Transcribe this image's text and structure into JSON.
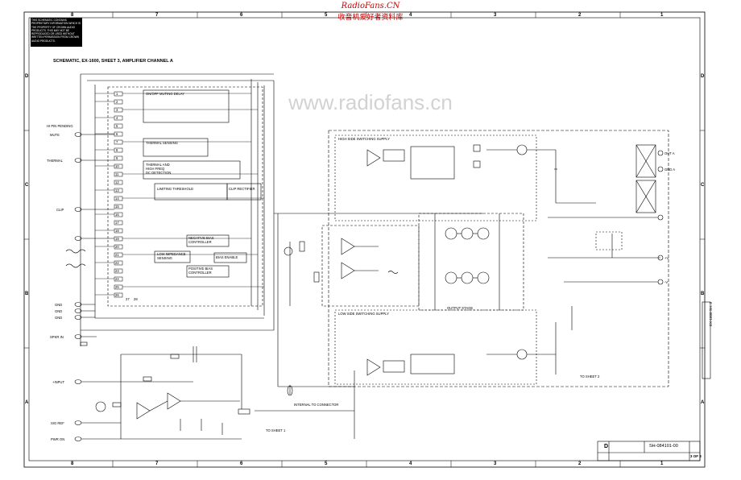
{
  "watermark": {
    "brand": "RadioFans.CN",
    "subtitle": "收音机爱好者资料库",
    "center": "www.radiofans.cn"
  },
  "notice_text": "THIS SCHEMATIC CONTAINS PROPRIETARY INFORMATION WHICH IS THE PROPERTY OF CROWN AUDIO PRODUCTS. THIS MAY NOT BE REPRODUCED OR USED WITHOUT WRITTEN PERMISSION FROM CROWN AUDIO PRODUCTS.",
  "schematic_title": "SCHEMATIC, EX-1600, SHEET 3, AMPLIFIER CHANNEL A",
  "zones_top": [
    "8",
    "7",
    "6",
    "5",
    "4",
    "3",
    "2",
    "1"
  ],
  "zones_bottom": [
    "8",
    "7",
    "6",
    "5",
    "4",
    "3",
    "2",
    "1"
  ],
  "zones_left": [
    "D",
    "C",
    "B",
    "A"
  ],
  "zones_right": [
    "D",
    "C",
    "B",
    "A"
  ],
  "control_boxes": [
    "ON/OFF MUTING DELAY",
    "THERMAL SENSING",
    "THERMAL AND\nHIGH FREQ\nDC DETECTION",
    "LIMITING THRESHOLD",
    "CLIP RECTIFIER",
    "LOW IMPEDANCE\nSENSING",
    "NEGATIVE BIAS\nCONTROLLER",
    "BIAS ENABLE",
    "POSITIVE BIAS\nCONTROLLER"
  ],
  "ic_pins": [
    "1",
    "2",
    "3",
    "4",
    "5",
    "6",
    "7",
    "8",
    "9",
    "10",
    "11",
    "12",
    "13",
    "14",
    "15",
    "16",
    "17",
    "18",
    "19",
    "20",
    "21",
    "22",
    "23",
    "24",
    "25",
    "26",
    "27",
    "28"
  ],
  "left_connectors": [
    {
      "ref": "MUTE",
      "label": "MUTE"
    },
    {
      "ref": "THERMAL",
      "label": "THERMAL"
    },
    {
      "ref": "CLIP",
      "label": "CLIP"
    },
    {
      "ref": "GND1",
      "label": "GND"
    },
    {
      "ref": "GND2",
      "label": "GND"
    },
    {
      "ref": "GND3",
      "label": "GND"
    },
    {
      "ref": "SPKR",
      "label": "SPKR IN"
    },
    {
      "ref": "INPUT",
      "label": "+INPUT"
    },
    {
      "ref": "SIG",
      "label": "SIG REF"
    },
    {
      "ref": "PWR",
      "label": "PWR ON"
    }
  ],
  "right_connectors": [
    {
      "ref": "OUT_A",
      "label": "OUT A"
    },
    {
      "ref": "GND_A",
      "label": "GND A"
    },
    {
      "ref": "VPLUS",
      "label": "+V"
    },
    {
      "ref": "VMINUS",
      "label": "-V"
    }
  ],
  "power_sections": [
    "HIGH SIDE SWITCHING SUPPLY",
    "LOW SIDE SWITCHING SUPPLY",
    "OUTPUT STAGE"
  ],
  "misc_labels": [
    "TO SHEET 1",
    "TO SHEET 2",
    "HI PIN PENDING",
    "INTERNAL TO CONNECTOR"
  ],
  "title_block": {
    "size": "D",
    "doc_number": "SH-084101-00",
    "sheet": "3 OF 3",
    "side_text": "EX-1600 SH. 3"
  }
}
